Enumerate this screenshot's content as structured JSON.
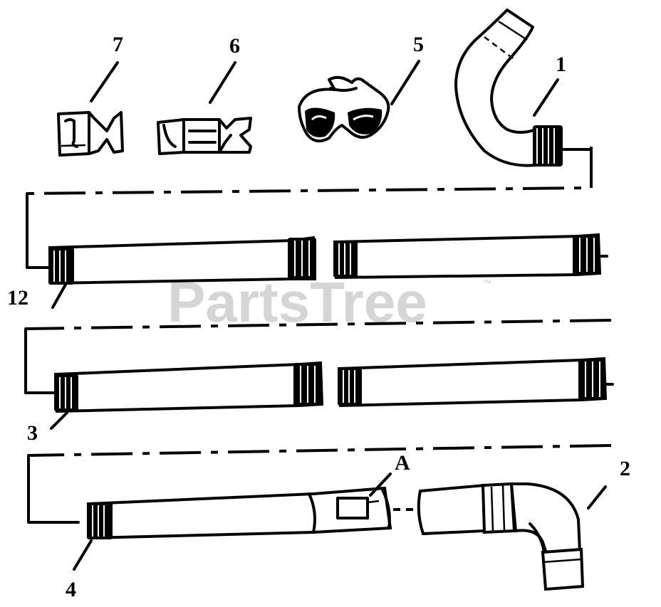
{
  "watermark": "PartsTree",
  "watermark_tm": "™",
  "callouts": {
    "item1": "1",
    "item2": "2",
    "item3": "3",
    "item4": "4",
    "item5": "5",
    "item6": "6",
    "item7": "7",
    "item12": "12",
    "detailA": "A"
  },
  "colors": {
    "ink": "#000000",
    "paper": "#ffffff",
    "watermark": "#c8c8c8"
  }
}
